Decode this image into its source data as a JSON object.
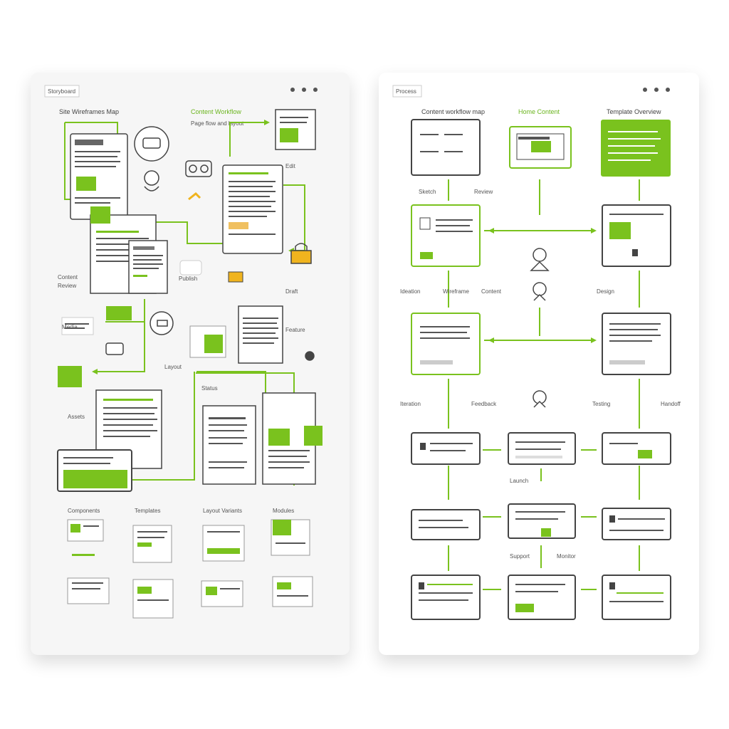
{
  "colors": {
    "accent": "#7ac21e",
    "dark": "#3a3a3a",
    "panel": "#f6f6f6"
  },
  "left_panel": {
    "header_label": "Storyboard",
    "title": "Site Wireframes Map",
    "green_title": "Content Workflow",
    "note": "Page flow and layout",
    "window_dots": [
      "dot",
      "dot",
      "dot"
    ],
    "side_labels": [
      "Content",
      "Review",
      "Publish",
      "Edit",
      "Draft",
      "Feature",
      "Media",
      "Layout",
      "Assets",
      "Status"
    ],
    "section_labels": [
      "Components",
      "Templates",
      "Layout Variants",
      "Modules"
    ]
  },
  "right_panel": {
    "header_label": "Process",
    "title_left": "Content workflow map",
    "title_center": "Home Content",
    "title_right": "Template Overview",
    "window_dots": [
      "dot",
      "dot",
      "dot"
    ],
    "labels": [
      "Sketch",
      "Review",
      "Ideation",
      "Wireframe",
      "Content",
      "Design",
      "Iteration",
      "Feedback",
      "Testing",
      "Handoff",
      "Launch",
      "Support",
      "Monitor"
    ]
  }
}
